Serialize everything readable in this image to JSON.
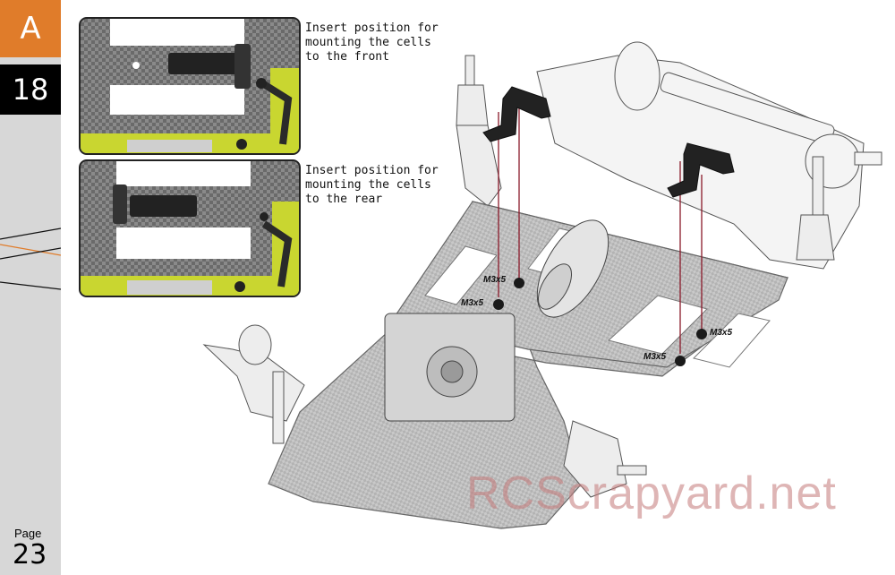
{
  "sidebar": {
    "section": "A",
    "step": "18",
    "page_label": "Page",
    "page_number": "23"
  },
  "details": [
    {
      "caption": "Insert position for\nmounting the cells\nto the front"
    },
    {
      "caption": "Insert position for\nmounting the cells\nto the rear"
    }
  ],
  "screw_labels": [
    "M3x5",
    "M3x5",
    "M3x5",
    "M3x5"
  ],
  "watermark": "RCScrapyard.net",
  "colors": {
    "section_tab": "#e07c2a",
    "step_tab": "#000000",
    "sidebar": "#d7d7d7",
    "guide_lines": "#8a1a2a",
    "watermark": "#c47a7a"
  }
}
